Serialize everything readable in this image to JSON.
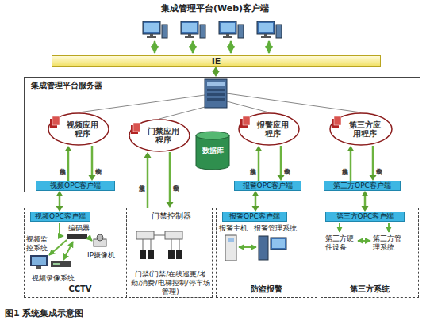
{
  "diagram": {
    "caption": "图1 系统集成示意图",
    "nodes": [
      {
        "text": [
          "IE"
        ]
      },
      {
        "text": [
          "集成管理平台服务器"
        ]
      },
      {
        "text": [
          "视频应用程序"
        ],
        "in": 1
      },
      {
        "text": [
          "门禁应用程序"
        ],
        "in": 1
      },
      {
        "text": [
          "数据库"
        ],
        "in": 1
      },
      {
        "text": [
          "报警应用程序"
        ],
        "in": 1
      },
      {
        "text": [
          "第三方应用程序"
        ],
        "in": 1
      },
      {
        "text": [
          "视频OPC客户端"
        ],
        "in": 1
      },
      {
        "text": [
          "报警OPC客户端"
        ],
        "in": 1
      },
      {
        "text": [
          "第三方OPC客户端"
        ],
        "in": 1
      },
      {
        "text": [
          "CCTV"
        ]
      },
      {
        "text": [
          "视频OPC客户端"
        ],
        "in": 10
      },
      {
        "text": [
          "门禁控制器",
          "门禁(门禁/在线巡更/考勤/消费/电梯控制/停车场管理)"
        ]
      },
      {
        "text": [
          "防盗报警"
        ]
      },
      {
        "text": [
          "报警OPC客户端"
        ],
        "in": 13
      },
      {
        "text": [
          "第三方系统"
        ]
      },
      {
        "text": [
          "第三方OPC客户端"
        ],
        "in": 15
      }
    ],
    "edges": [
      {
        "from": 0,
        "to": 1,
        "arrow": "both"
      },
      {
        "from": 7,
        "to": 2,
        "label": "信息搜集",
        "arrow": "to"
      },
      {
        "from": 2,
        "to": 7,
        "label": "命令控制",
        "arrow": "to"
      },
      {
        "from": 12,
        "to": 3,
        "label": "信息搜集",
        "arrow": "to"
      },
      {
        "from": 3,
        "to": 12,
        "label": "命令控制",
        "arrow": "to"
      },
      {
        "from": 8,
        "to": 5,
        "label": "信息搜集",
        "arrow": "to"
      },
      {
        "from": 5,
        "to": 8,
        "label": "命令控制",
        "arrow": "to"
      },
      {
        "from": 9,
        "to": 6,
        "label": "信息搜集",
        "arrow": "to"
      },
      {
        "from": 6,
        "to": 9,
        "label": "命令控制",
        "arrow": "to"
      },
      {
        "from": 7,
        "to": 11,
        "arrow": "both"
      },
      {
        "from": 8,
        "to": 14,
        "arrow": "both"
      },
      {
        "from": 9,
        "to": 16,
        "arrow": "both"
      }
    ],
    "labels": [
      "集成管理平台(Web)客户端",
      "编码器",
      "视频监控系统",
      "IP摄像机",
      "视频录像系统",
      "报警主机",
      "报警管理系统",
      "第三方硬件设备",
      "第三方管理系统"
    ]
  }
}
